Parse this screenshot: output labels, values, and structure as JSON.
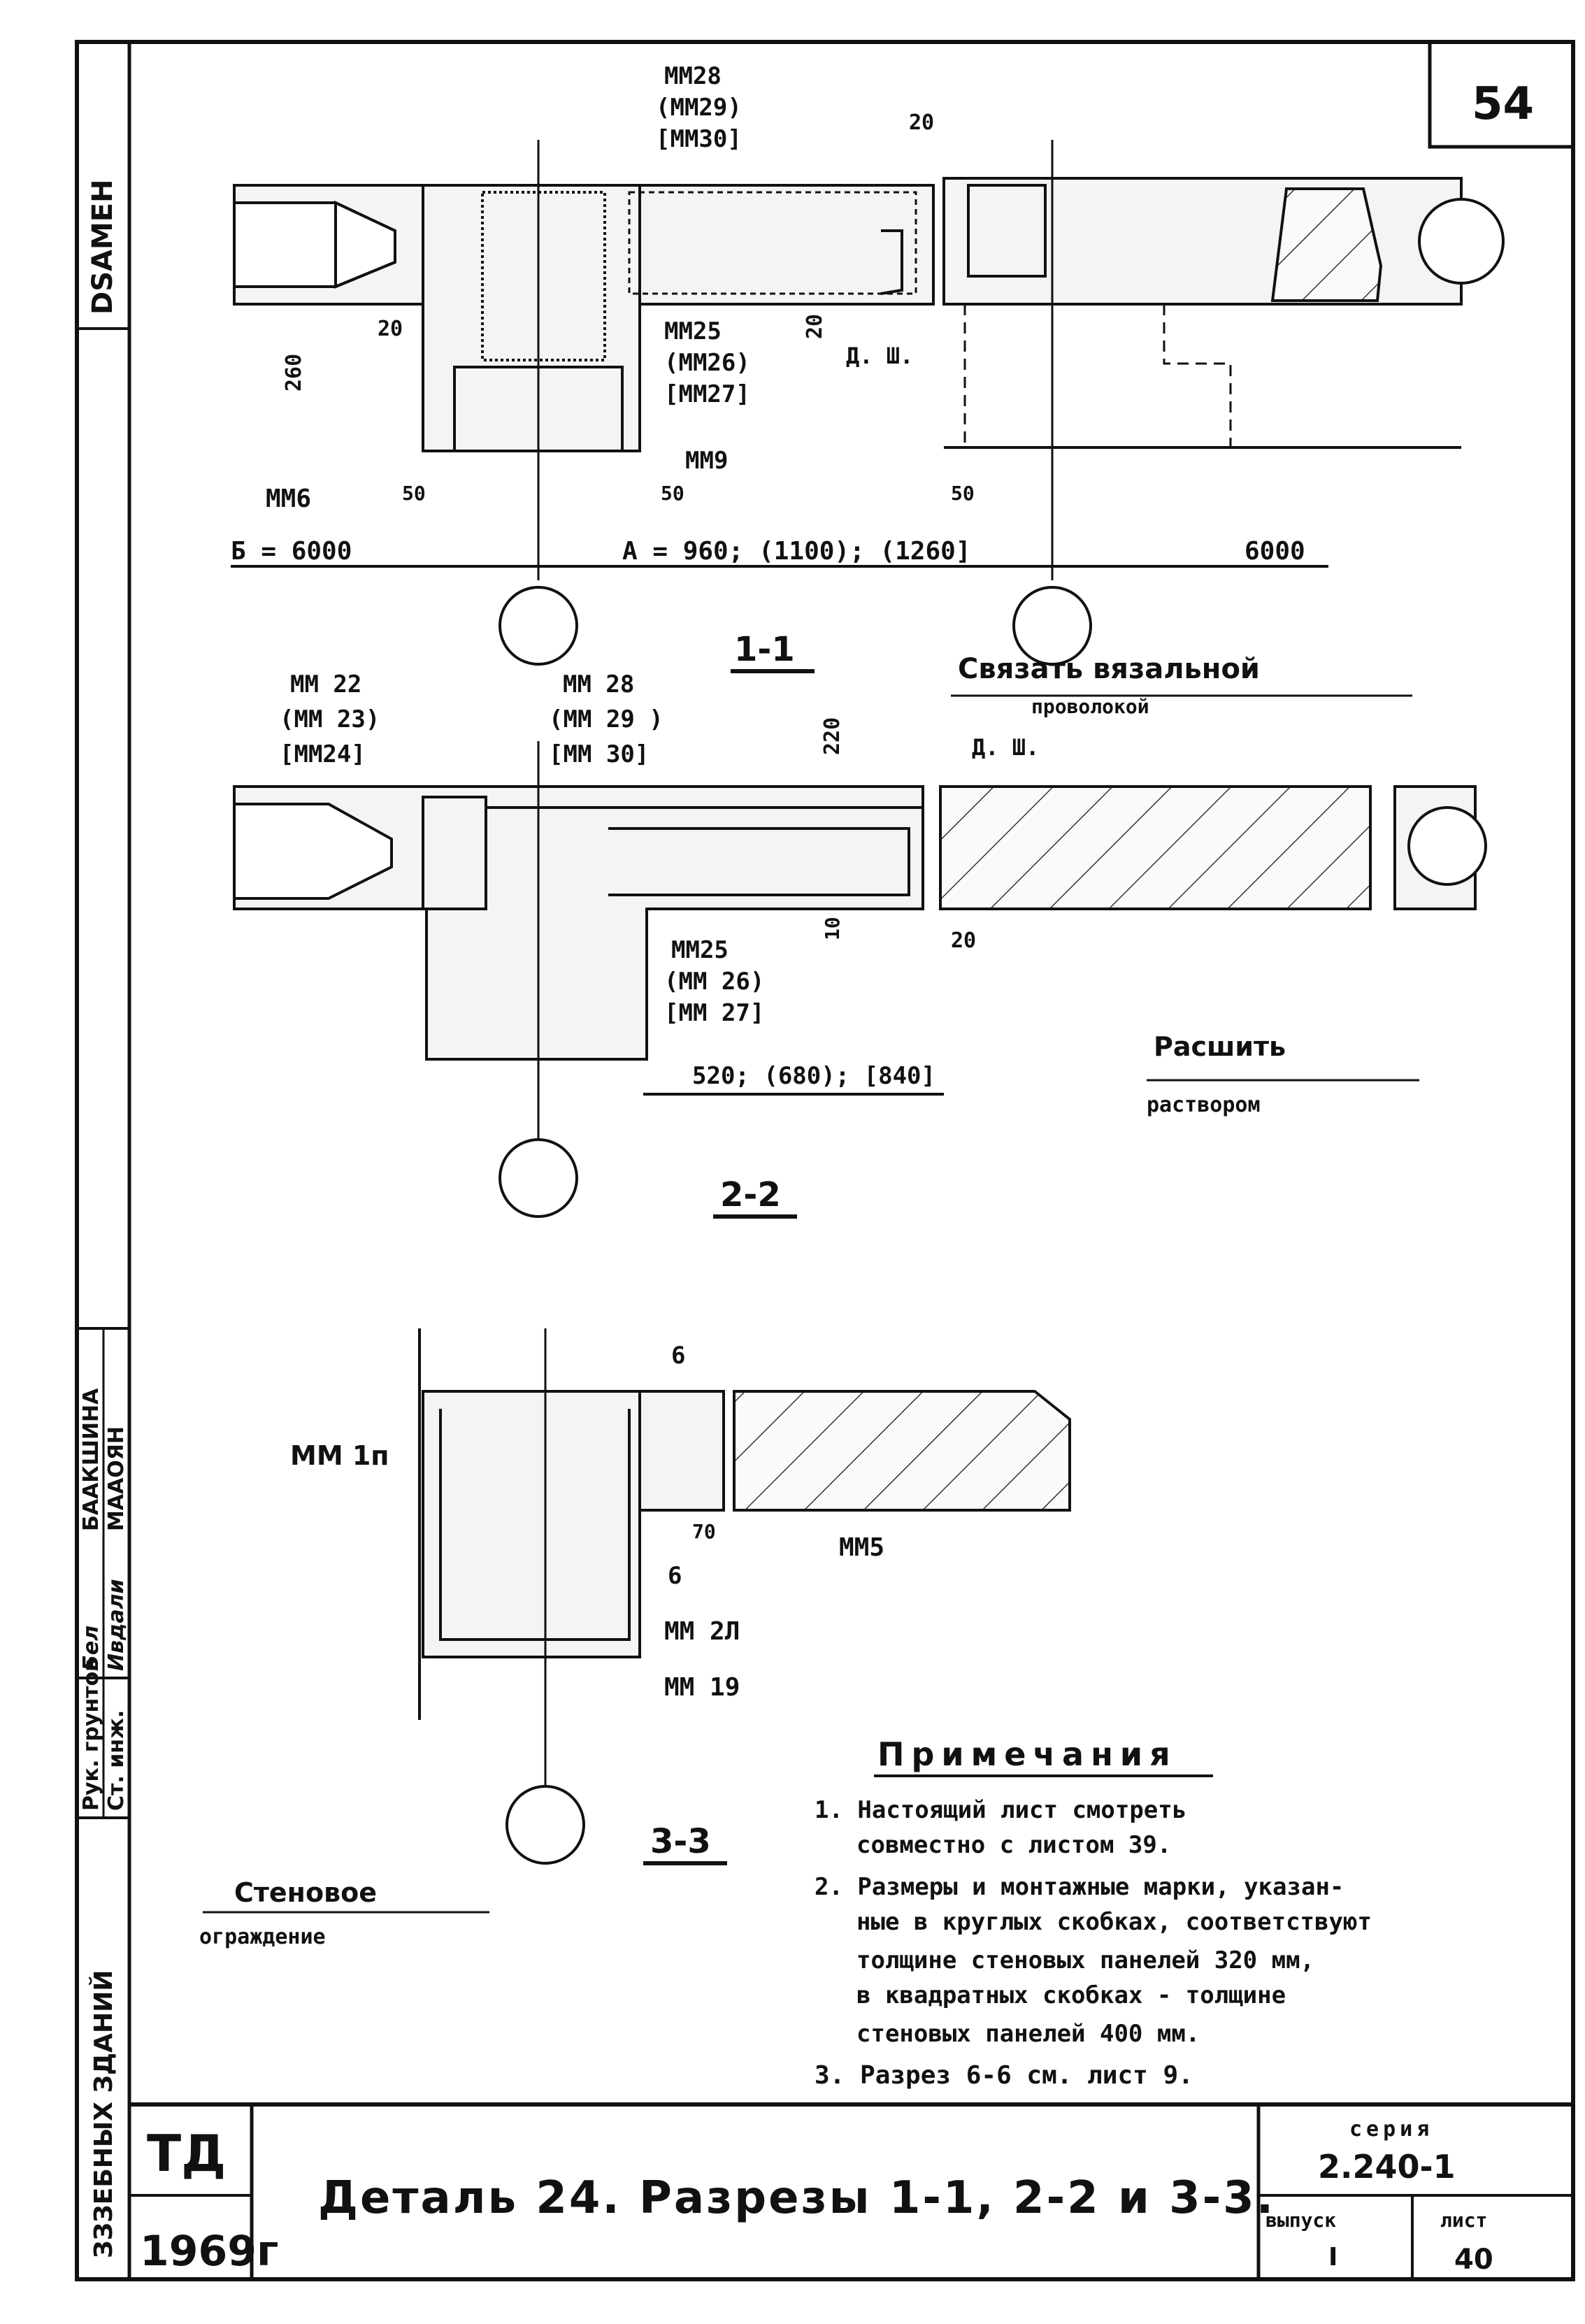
{
  "sheet_number": "54",
  "sheet_number_bottom": "40",
  "side_strip": {
    "top": "DSAMEH",
    "names": [
      "БААКШИНА",
      "МААОЯН"
    ],
    "roles": [
      "Рук. грунтов",
      "Ст. инж."
    ],
    "signatures": [
      "Бел",
      "Ивдали"
    ],
    "bottom": "ЗЗЗЕБНЫХ ЗДАНИЙ"
  },
  "section_1": {
    "title": "1-1",
    "labels": {
      "mm28": "ММ28",
      "mm29": "(ММ29)",
      "mm30": "[ММ30]",
      "mm25": "ММ25",
      "mm26": "(ММ26)",
      "mm27": "[ММ27]",
      "mm9": "ММ9",
      "mm6": "ММ6",
      "b": "Б = 6000",
      "a": "А = 960; (1100); (1260]",
      "right": "6000",
      "d20a": "20",
      "d20b": "20",
      "d20c": "20",
      "d260": "260",
      "d50a": "50",
      "d50b": "50",
      "d50c": "50",
      "dsh": "Д. Ш."
    }
  },
  "section_2": {
    "title": "2-2",
    "labels": {
      "mm22": "ММ 22",
      "mm23": "(ММ 23)",
      "mm24": "[ММ24]",
      "mm28": "ММ 28",
      "mm29": "(ММ 29 )",
      "mm30": "[ММ 30]",
      "mm25": "ММ25",
      "mm26": "(ММ 26)",
      "mm27": "[ММ 27]",
      "tie1": "Связать вязальной",
      "tie2": "проволокой",
      "dsh": "Д. Ш.",
      "d220": "220",
      "d10": "10",
      "d20": "20",
      "dim": "520; (680); [840]",
      "seal1": "Расшить",
      "seal2": "раствором"
    }
  },
  "section_3": {
    "title": "3-3",
    "labels": {
      "mm1p": "ММ 1п",
      "mm5": "ММ5",
      "mm2l": "ММ 2Л",
      "mm19": "ММ 19",
      "b6a": "6",
      "b6b": "6",
      "d70": "70",
      "wall1": "Стеновое",
      "wall2": "ограждение"
    }
  },
  "notes": {
    "heading": "Примечания",
    "lines": [
      "1. Настоящий лист смотреть",
      "совместно с листом 39.",
      "2. Размеры и монтажные марки, указан-",
      "ные в круглых скобках, соответствуют",
      "толщине стеновых панелей 320 мм,",
      "в квадратных скобках - толщине",
      "стеновых панелей 400 мм.",
      "3. Разрез 6-6 см. лист 9."
    ]
  },
  "title_block": {
    "td": "ТД",
    "year": "1969г",
    "title": "Деталь 24. Разрезы 1-1, 2-2 и 3-3.",
    "series_label": "серия",
    "series": "2.240-1",
    "issue_label": "выпуск",
    "issue": "I",
    "sheet_label": "лист",
    "sheet": "40"
  }
}
